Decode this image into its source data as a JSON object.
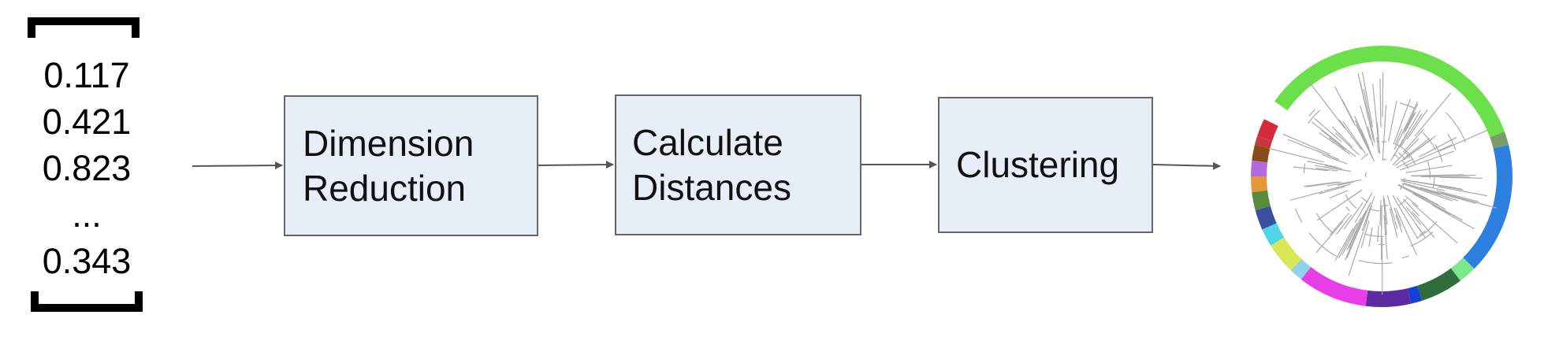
{
  "input_vector": {
    "values": [
      "0.117",
      "0.421",
      "0.823",
      "...",
      "0.343"
    ]
  },
  "steps": [
    {
      "label": "Dimension\nReduction"
    },
    {
      "label": "Calculate\nDistances"
    },
    {
      "label": "Clustering"
    }
  ],
  "colors": {
    "box_fill": "#e8eef8",
    "box_border": "#666666",
    "arrow": "#555555",
    "ring_segments": [
      "#6be04a",
      "#7a9e6a",
      "#2d7fe0",
      "#7be98a",
      "#2f6e3c",
      "#1540d8",
      "#5a2ca0",
      "#e83ee8",
      "#8fd3ea",
      "#d8e855",
      "#4fd6e6",
      "#3a4fa0",
      "#5a8a3a",
      "#e7963a",
      "#b46adf",
      "#8a4a1a",
      "#c43a3a",
      "#d62a3a"
    ]
  }
}
